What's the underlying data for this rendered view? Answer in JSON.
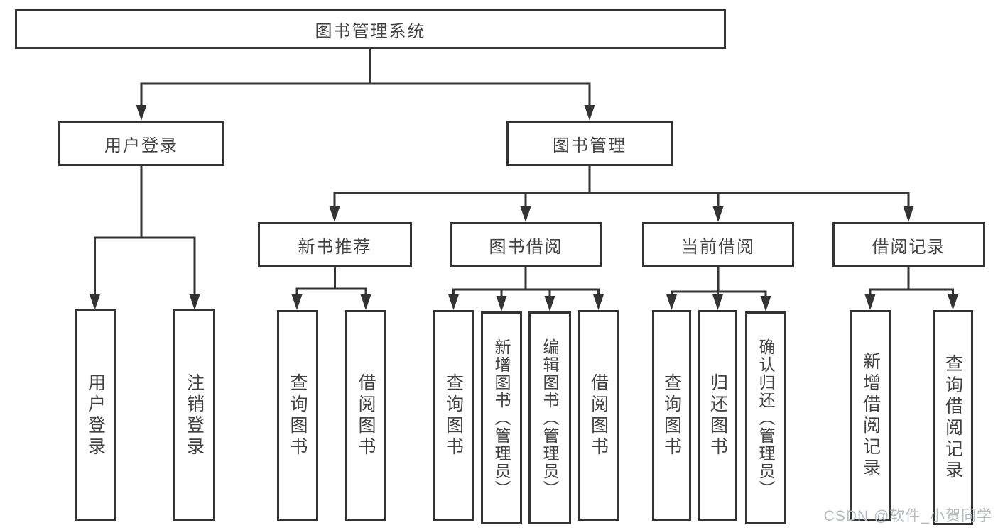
{
  "tree": {
    "root": {
      "label": "图书管理系统"
    },
    "branches": [
      {
        "label": "用户登录",
        "children": [
          {
            "label": "用户登录"
          },
          {
            "label": "注销登录"
          }
        ]
      },
      {
        "label": "图书管理",
        "children": [
          {
            "label": "新书推荐",
            "children": [
              {
                "label": "查询图书"
              },
              {
                "label": "借阅图书"
              }
            ]
          },
          {
            "label": "图书借阅",
            "children": [
              {
                "label": "查询图书"
              },
              {
                "label": "新增图书（管理员）"
              },
              {
                "label": "编辑图书（管理员）"
              },
              {
                "label": "借阅图书"
              }
            ]
          },
          {
            "label": "当前借阅",
            "children": [
              {
                "label": "查询图书"
              },
              {
                "label": "归还图书"
              },
              {
                "label": "确认归还（管理员）"
              }
            ]
          },
          {
            "label": "借阅记录",
            "children": [
              {
                "label": "新增借阅记录"
              },
              {
                "label": "查询借阅记录"
              }
            ]
          }
        ]
      }
    ]
  },
  "watermark": {
    "text": "CSDN @软件_小贺同学"
  },
  "colors": {
    "line": "#333333",
    "text": "#424242",
    "background": "#ffffff",
    "watermark": "#b6bac0"
  }
}
